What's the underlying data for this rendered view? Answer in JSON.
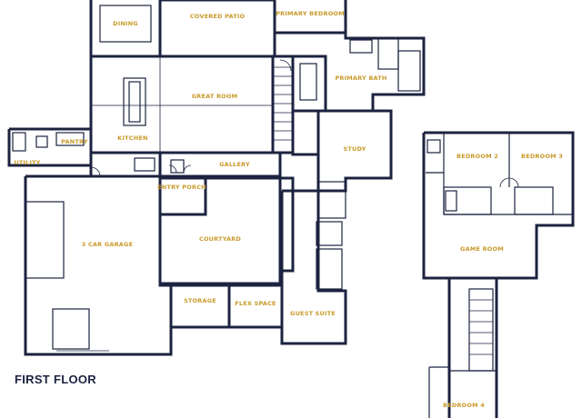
{
  "floor_label": "FIRST FLOOR",
  "rooms": {
    "dining": "DINING",
    "covered_patio": "COVERED PATIO",
    "primary_bedroom": "PRIMARY BEDROOM",
    "primary_bath": "PRIMARY BATH",
    "great_room": "GREAT ROOM",
    "kitchen": "KITCHEN",
    "gallery": "GALLERY",
    "study": "STUDY",
    "utility": "UTILITY",
    "pantry": "PANTRY",
    "entry_porch": "ENTRY PORCH",
    "courtyard": "COURTYARD",
    "garage": "3 CAR GARAGE",
    "storage": "STORAGE",
    "guest_suite": "GUEST SUITE",
    "flex_space": "FLEX SPACE",
    "bedroom_2": "BEDROOM 2",
    "bedroom_3": "BEDROOM 3",
    "game_room": "GAME ROOM",
    "bedroom_4": "BEDROOM 4"
  },
  "colors": {
    "wall": "#1c2340",
    "label": "#c99a2a",
    "background": "#ffffff"
  }
}
